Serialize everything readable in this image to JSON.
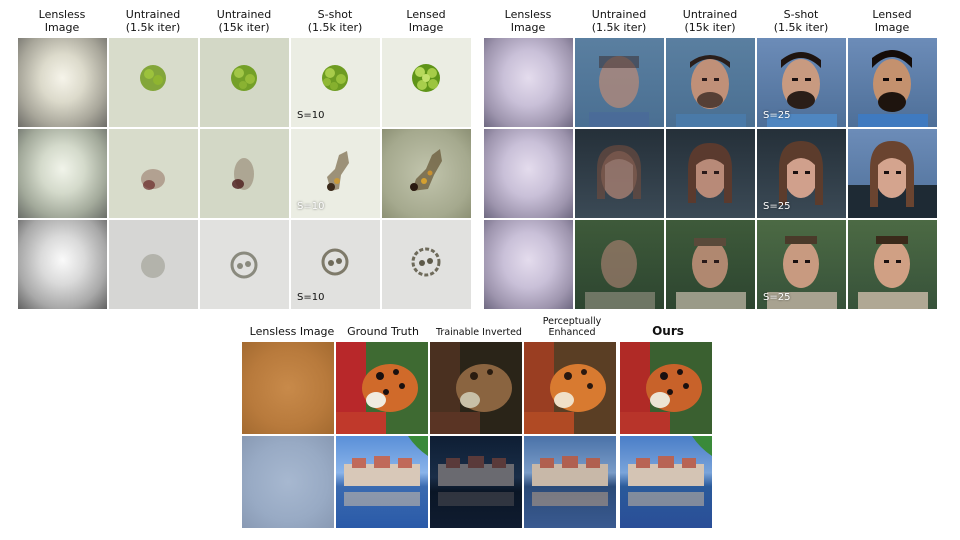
{
  "panel_a": {
    "headers": [
      "Lensless\nImage",
      "Untrained\n(1.5k iter)",
      "Untrained\n(15k iter)",
      "S-shot\n(1.5k iter)",
      "Lensed\nImage"
    ],
    "shot_labels": [
      "S=10",
      "S=10",
      "S=10"
    ]
  },
  "panel_b": {
    "headers": [
      "Lensless\nImage",
      "Untrained\n(1.5k iter)",
      "Untrained\n(15k iter)",
      "S-shot\n(1.5k iter)",
      "Lensed\nImage"
    ],
    "shot_labels": [
      "S=25",
      "S=25",
      "S=25"
    ]
  },
  "panel_c": {
    "headers": [
      "Lensless Image",
      "Ground Truth",
      "Trainable Inverted",
      "Perceptually\nEnhanced",
      "Ours"
    ]
  },
  "colors": {
    "algae_green": "#7ea62a",
    "skin": "#c58f72",
    "ladybug_red": "#c0392b",
    "sky_blue": "#4a7ec8"
  }
}
